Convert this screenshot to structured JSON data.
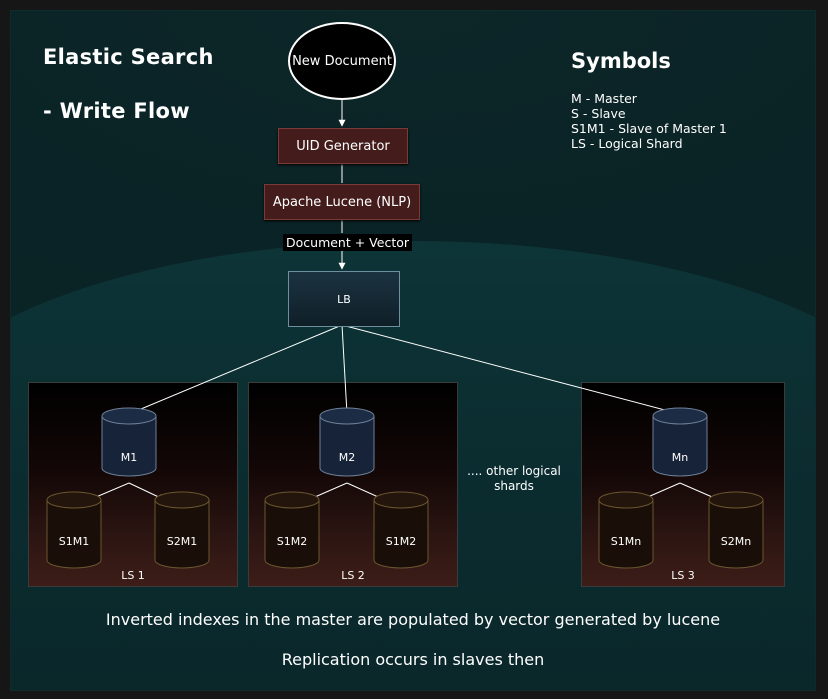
{
  "title": {
    "line1": "Elastic Search",
    "line2": "- Write Flow"
  },
  "symbols": {
    "heading": "Symbols",
    "items": [
      "M - Master",
      "S - Slave",
      "S1M1 - Slave of Master 1",
      "LS - Logical Shard"
    ]
  },
  "flow": {
    "start": "New Document",
    "uid_generator": "UID Generator",
    "lucene": "Apache Lucene (NLP)",
    "edge_label": "Document + Vector",
    "load_balancer": "LB"
  },
  "shards": [
    {
      "name": "LS 1",
      "master": "M1",
      "slaves": [
        "S1M1",
        "S2M1"
      ]
    },
    {
      "name": "LS 2",
      "master": "M2",
      "slaves": [
        "S1M2",
        "S1M2"
      ]
    },
    {
      "name": "LS 3",
      "master": "Mn",
      "slaves": [
        "S1Mn",
        "S2Mn"
      ]
    }
  ],
  "other_shards_note": ".... other logical shards",
  "captions": {
    "line1": "Inverted indexes in the master are populated by vector generated by lucene",
    "line2": "Replication occurs in slaves then"
  },
  "colors": {
    "background": "#0b2426",
    "process_box": "#451c1c",
    "master_db": "#162338",
    "slave_db": "#1a0f08",
    "lb": "#162a36",
    "text": "#ffffff"
  }
}
